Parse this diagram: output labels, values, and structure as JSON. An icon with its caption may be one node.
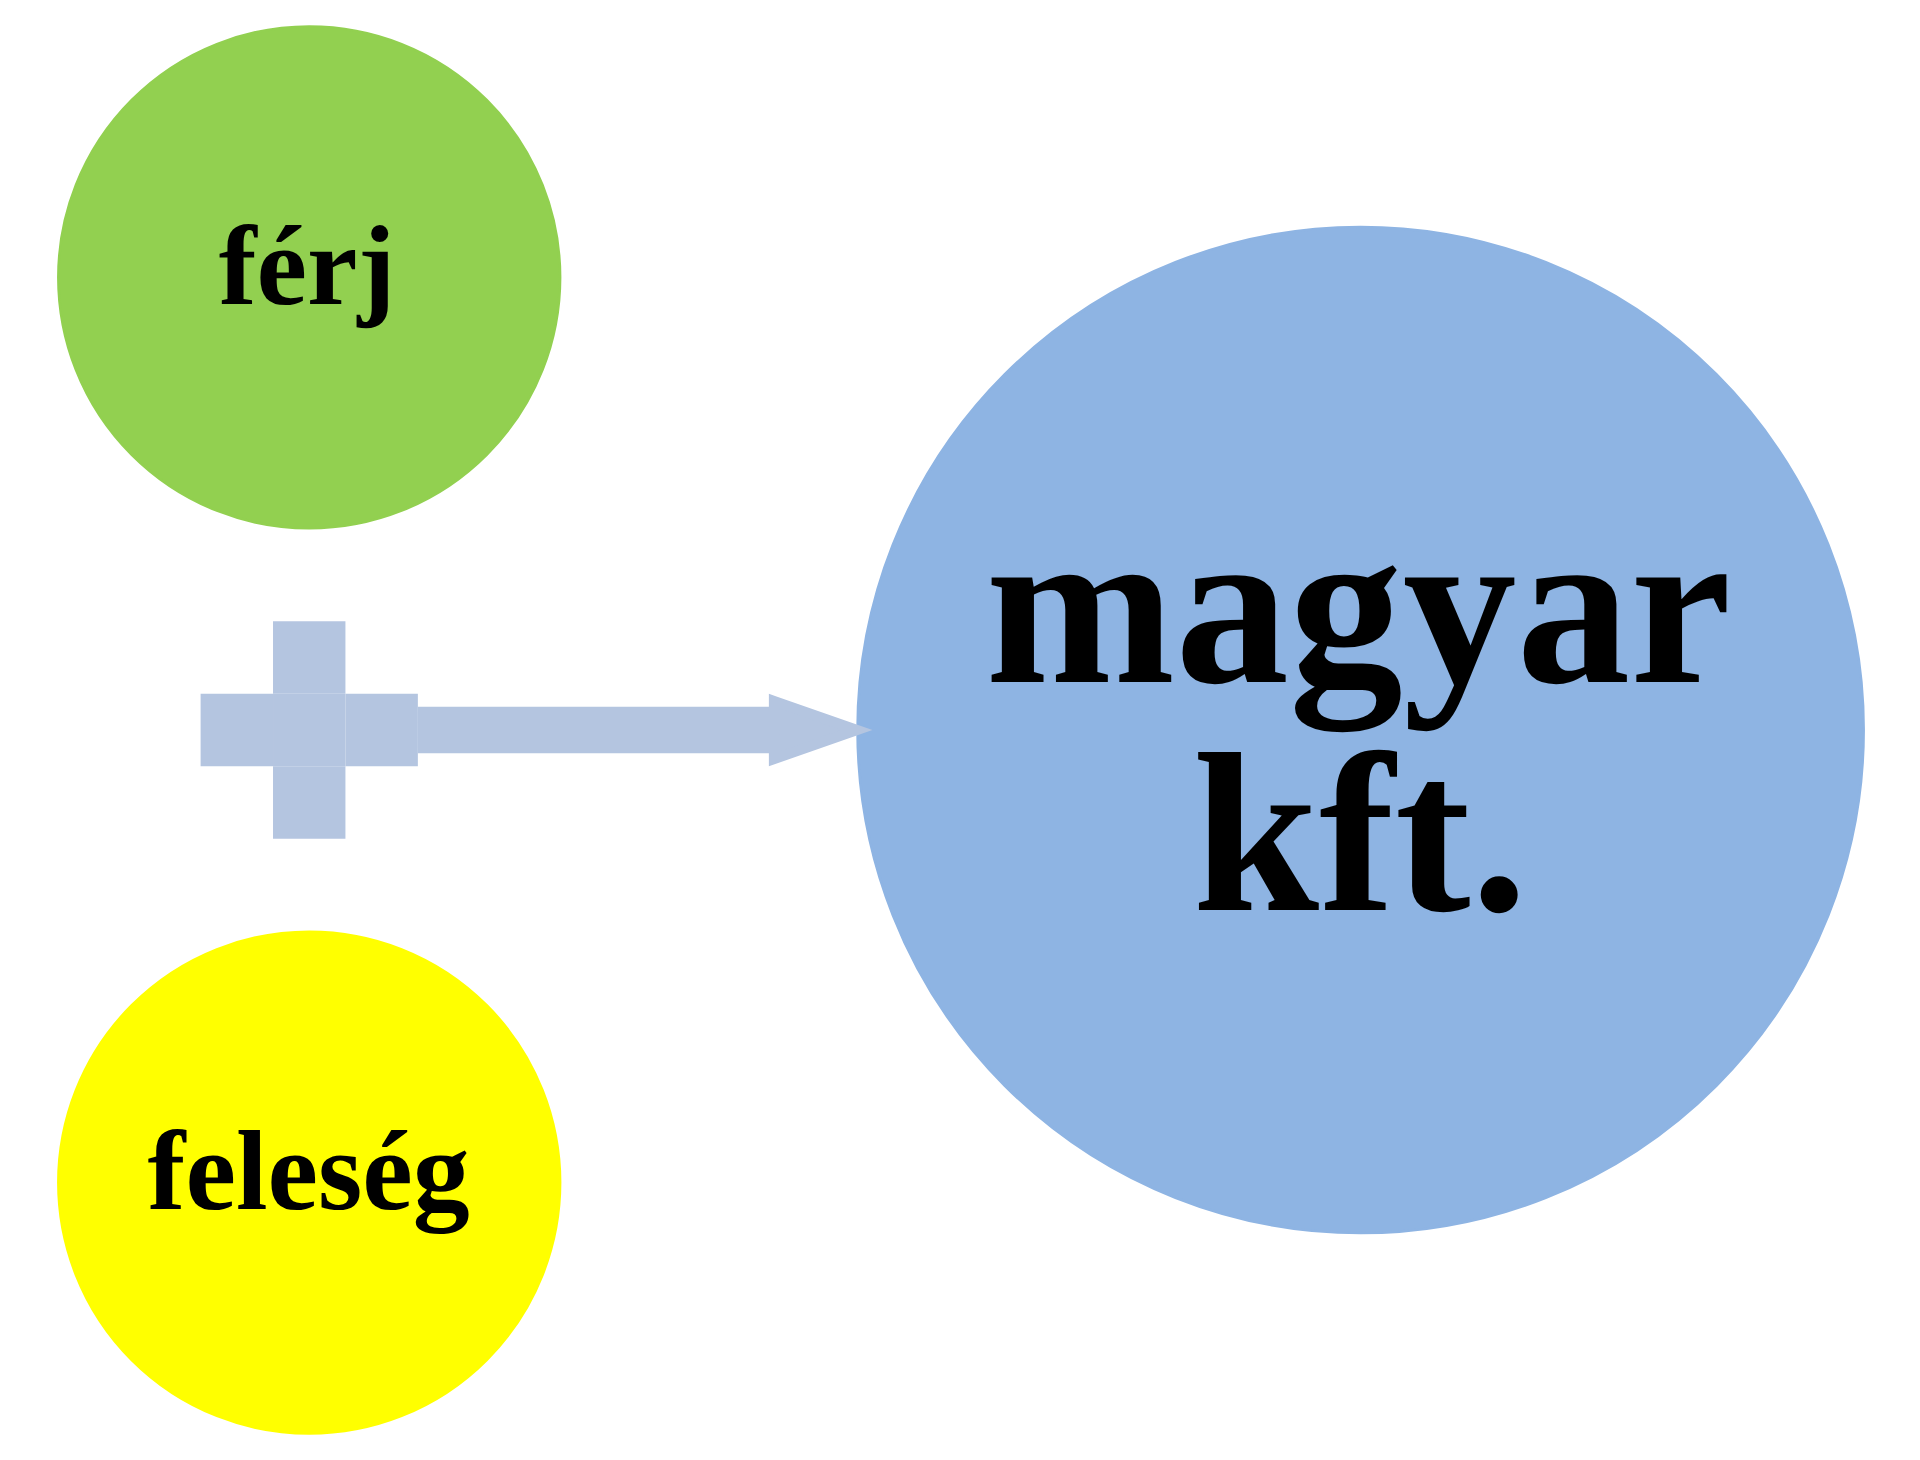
{
  "diagram": {
    "nodes": [
      {
        "text": [
          "férj"
        ]
      },
      {
        "text": [],
        "shape": "plus"
      },
      {
        "text": [
          "feleség"
        ]
      },
      {
        "text": [
          "magyar kft."
        ]
      }
    ],
    "edges": [
      {
        "from": 1,
        "to": 3,
        "arrow": "to",
        "color": "#b4c5e0"
      }
    ]
  }
}
